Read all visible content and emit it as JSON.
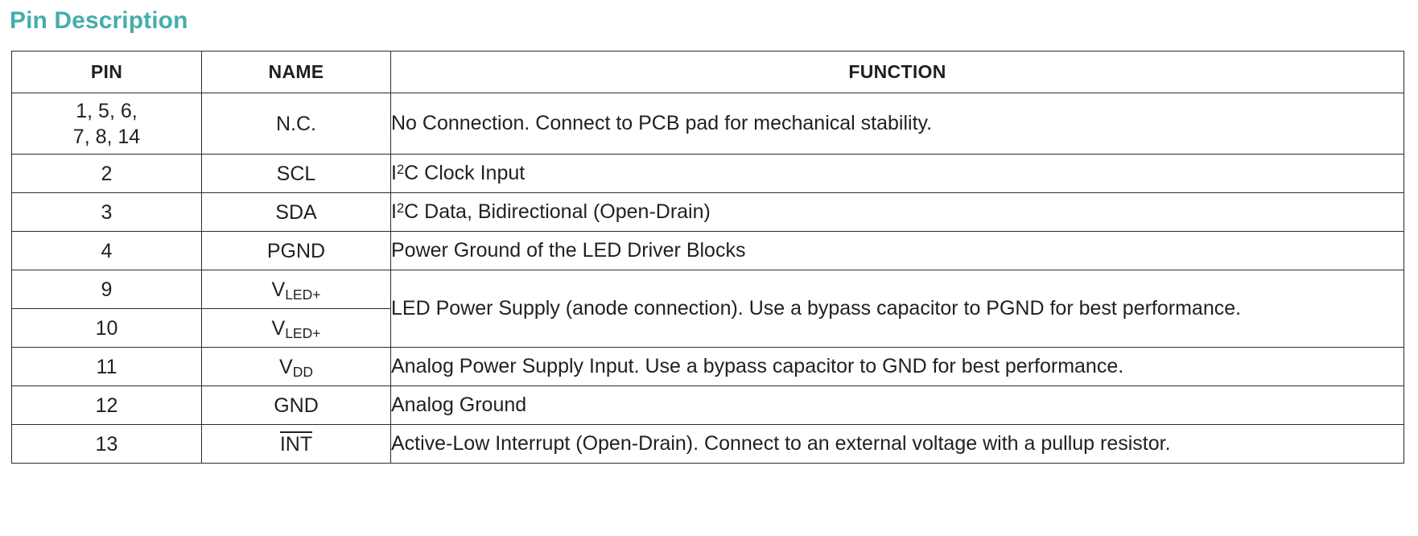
{
  "section": {
    "title": "Pin Description",
    "accent_color": "#45adad",
    "text_color": "#231f20",
    "border_color": "#2b2b2b"
  },
  "table": {
    "headers": {
      "pin": "PIN",
      "name": "NAME",
      "function": "FUNCTION"
    },
    "rows": [
      {
        "pin_lines": [
          "1, 5, 6,",
          "7, 8, 14"
        ],
        "name": "N.C.",
        "function": "No Connection. Connect to PCB pad for mechanical stability."
      },
      {
        "pin": "2",
        "name": "SCL",
        "function_pre": "I",
        "function_sup": "2",
        "function_post": "C Clock Input"
      },
      {
        "pin": "3",
        "name": "SDA",
        "function_pre": "I",
        "function_sup": "2",
        "function_post": "C Data, Bidirectional (Open-Drain)"
      },
      {
        "pin": "4",
        "name": "PGND",
        "function": "Power Ground of the LED Driver Blocks"
      },
      {
        "pin": "9",
        "name_base": "V",
        "name_sub": "LED+",
        "function_merged": "LED Power Supply (anode connection). Use a bypass capacitor to PGND for best performance."
      },
      {
        "pin": "10",
        "name_base": "V",
        "name_sub": "LED+"
      },
      {
        "pin": "11",
        "name_base": "V",
        "name_sub": "DD",
        "function": "Analog Power Supply Input. Use a bypass capacitor to GND for best performance."
      },
      {
        "pin": "12",
        "name": "GND",
        "function": "Analog Ground"
      },
      {
        "pin": "13",
        "name_overline": "INT",
        "function": "Active-Low Interrupt (Open-Drain). Connect to an external voltage with a pullup resistor."
      }
    ]
  }
}
